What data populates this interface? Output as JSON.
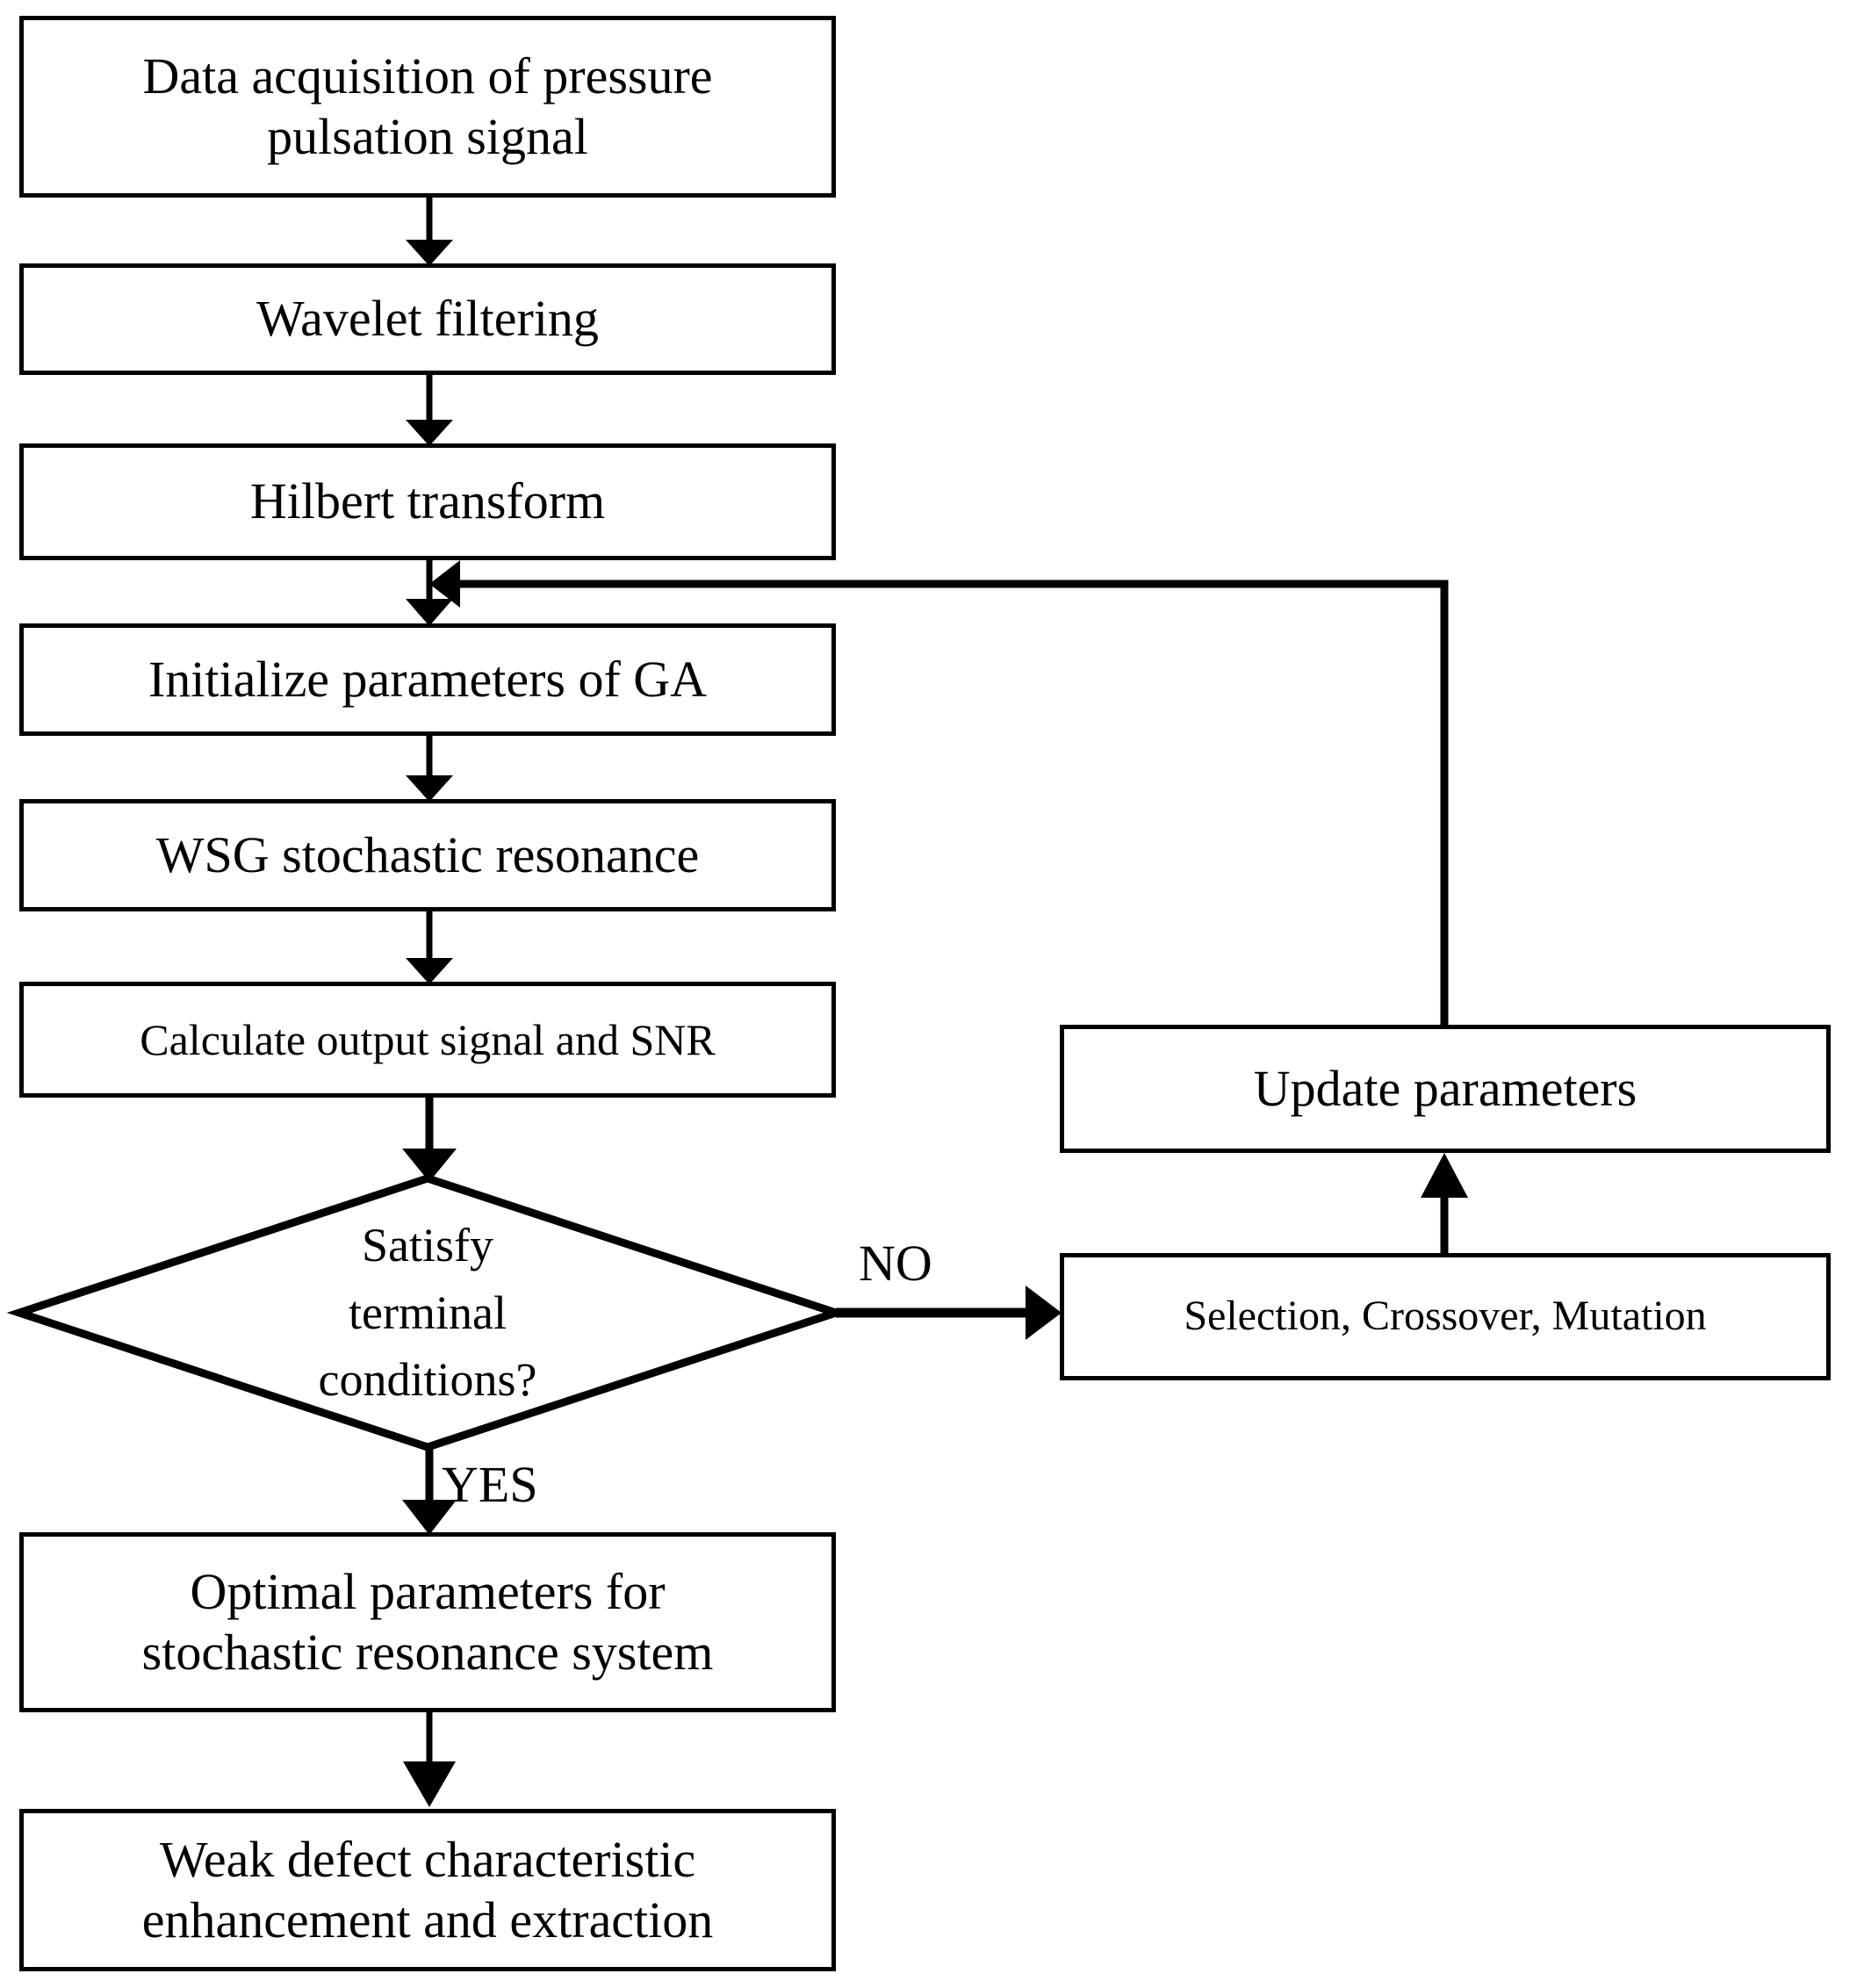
{
  "diagram": {
    "title": "GA-optimized WSG stochastic resonance weak defect detection flowchart",
    "line_color": "#000000",
    "background_color": "#ffffff",
    "nodes": [
      {
        "id": "data-acquisition",
        "shape": "process",
        "text": "Data acquisition of pressure\npulsation signal"
      },
      {
        "id": "wavelet-filtering",
        "shape": "process",
        "text": "Wavelet filtering"
      },
      {
        "id": "hilbert-transform",
        "shape": "process",
        "text": "Hilbert transform"
      },
      {
        "id": "initialize-ga",
        "shape": "process",
        "text": "Initialize parameters of GA"
      },
      {
        "id": "wsg-resonance",
        "shape": "process",
        "text": "WSG stochastic resonance"
      },
      {
        "id": "calculate-snr",
        "shape": "process",
        "text": "Calculate output signal and SNR"
      },
      {
        "id": "terminal-decision",
        "shape": "decision",
        "text": "Satisfy\nterminal\nconditions?"
      },
      {
        "id": "optimal-parameters",
        "shape": "process",
        "text": "Optimal parameters for\nstochastic resonance system"
      },
      {
        "id": "weak-defect",
        "shape": "process",
        "text": "Weak defect characteristic\nenhancement and extraction"
      },
      {
        "id": "update-parameters",
        "shape": "process",
        "text": "Update parameters"
      },
      {
        "id": "selection-crossover-mutation",
        "shape": "process",
        "text": "Selection, Crossover, Mutation"
      }
    ],
    "edge_labels": {
      "no": "NO",
      "yes": "YES"
    },
    "edges": [
      {
        "from": "data-acquisition",
        "to": "wavelet-filtering",
        "label": ""
      },
      {
        "from": "wavelet-filtering",
        "to": "hilbert-transform",
        "label": ""
      },
      {
        "from": "hilbert-transform",
        "to": "initialize-ga",
        "label": ""
      },
      {
        "from": "initialize-ga",
        "to": "wsg-resonance",
        "label": ""
      },
      {
        "from": "wsg-resonance",
        "to": "calculate-snr",
        "label": ""
      },
      {
        "from": "calculate-snr",
        "to": "terminal-decision",
        "label": ""
      },
      {
        "from": "terminal-decision",
        "to": "selection-crossover-mutation",
        "label": "NO"
      },
      {
        "from": "terminal-decision",
        "to": "optimal-parameters",
        "label": "YES"
      },
      {
        "from": "selection-crossover-mutation",
        "to": "update-parameters",
        "label": ""
      },
      {
        "from": "update-parameters",
        "to": "initialize-ga",
        "label": ""
      },
      {
        "from": "optimal-parameters",
        "to": "weak-defect",
        "label": ""
      }
    ]
  }
}
